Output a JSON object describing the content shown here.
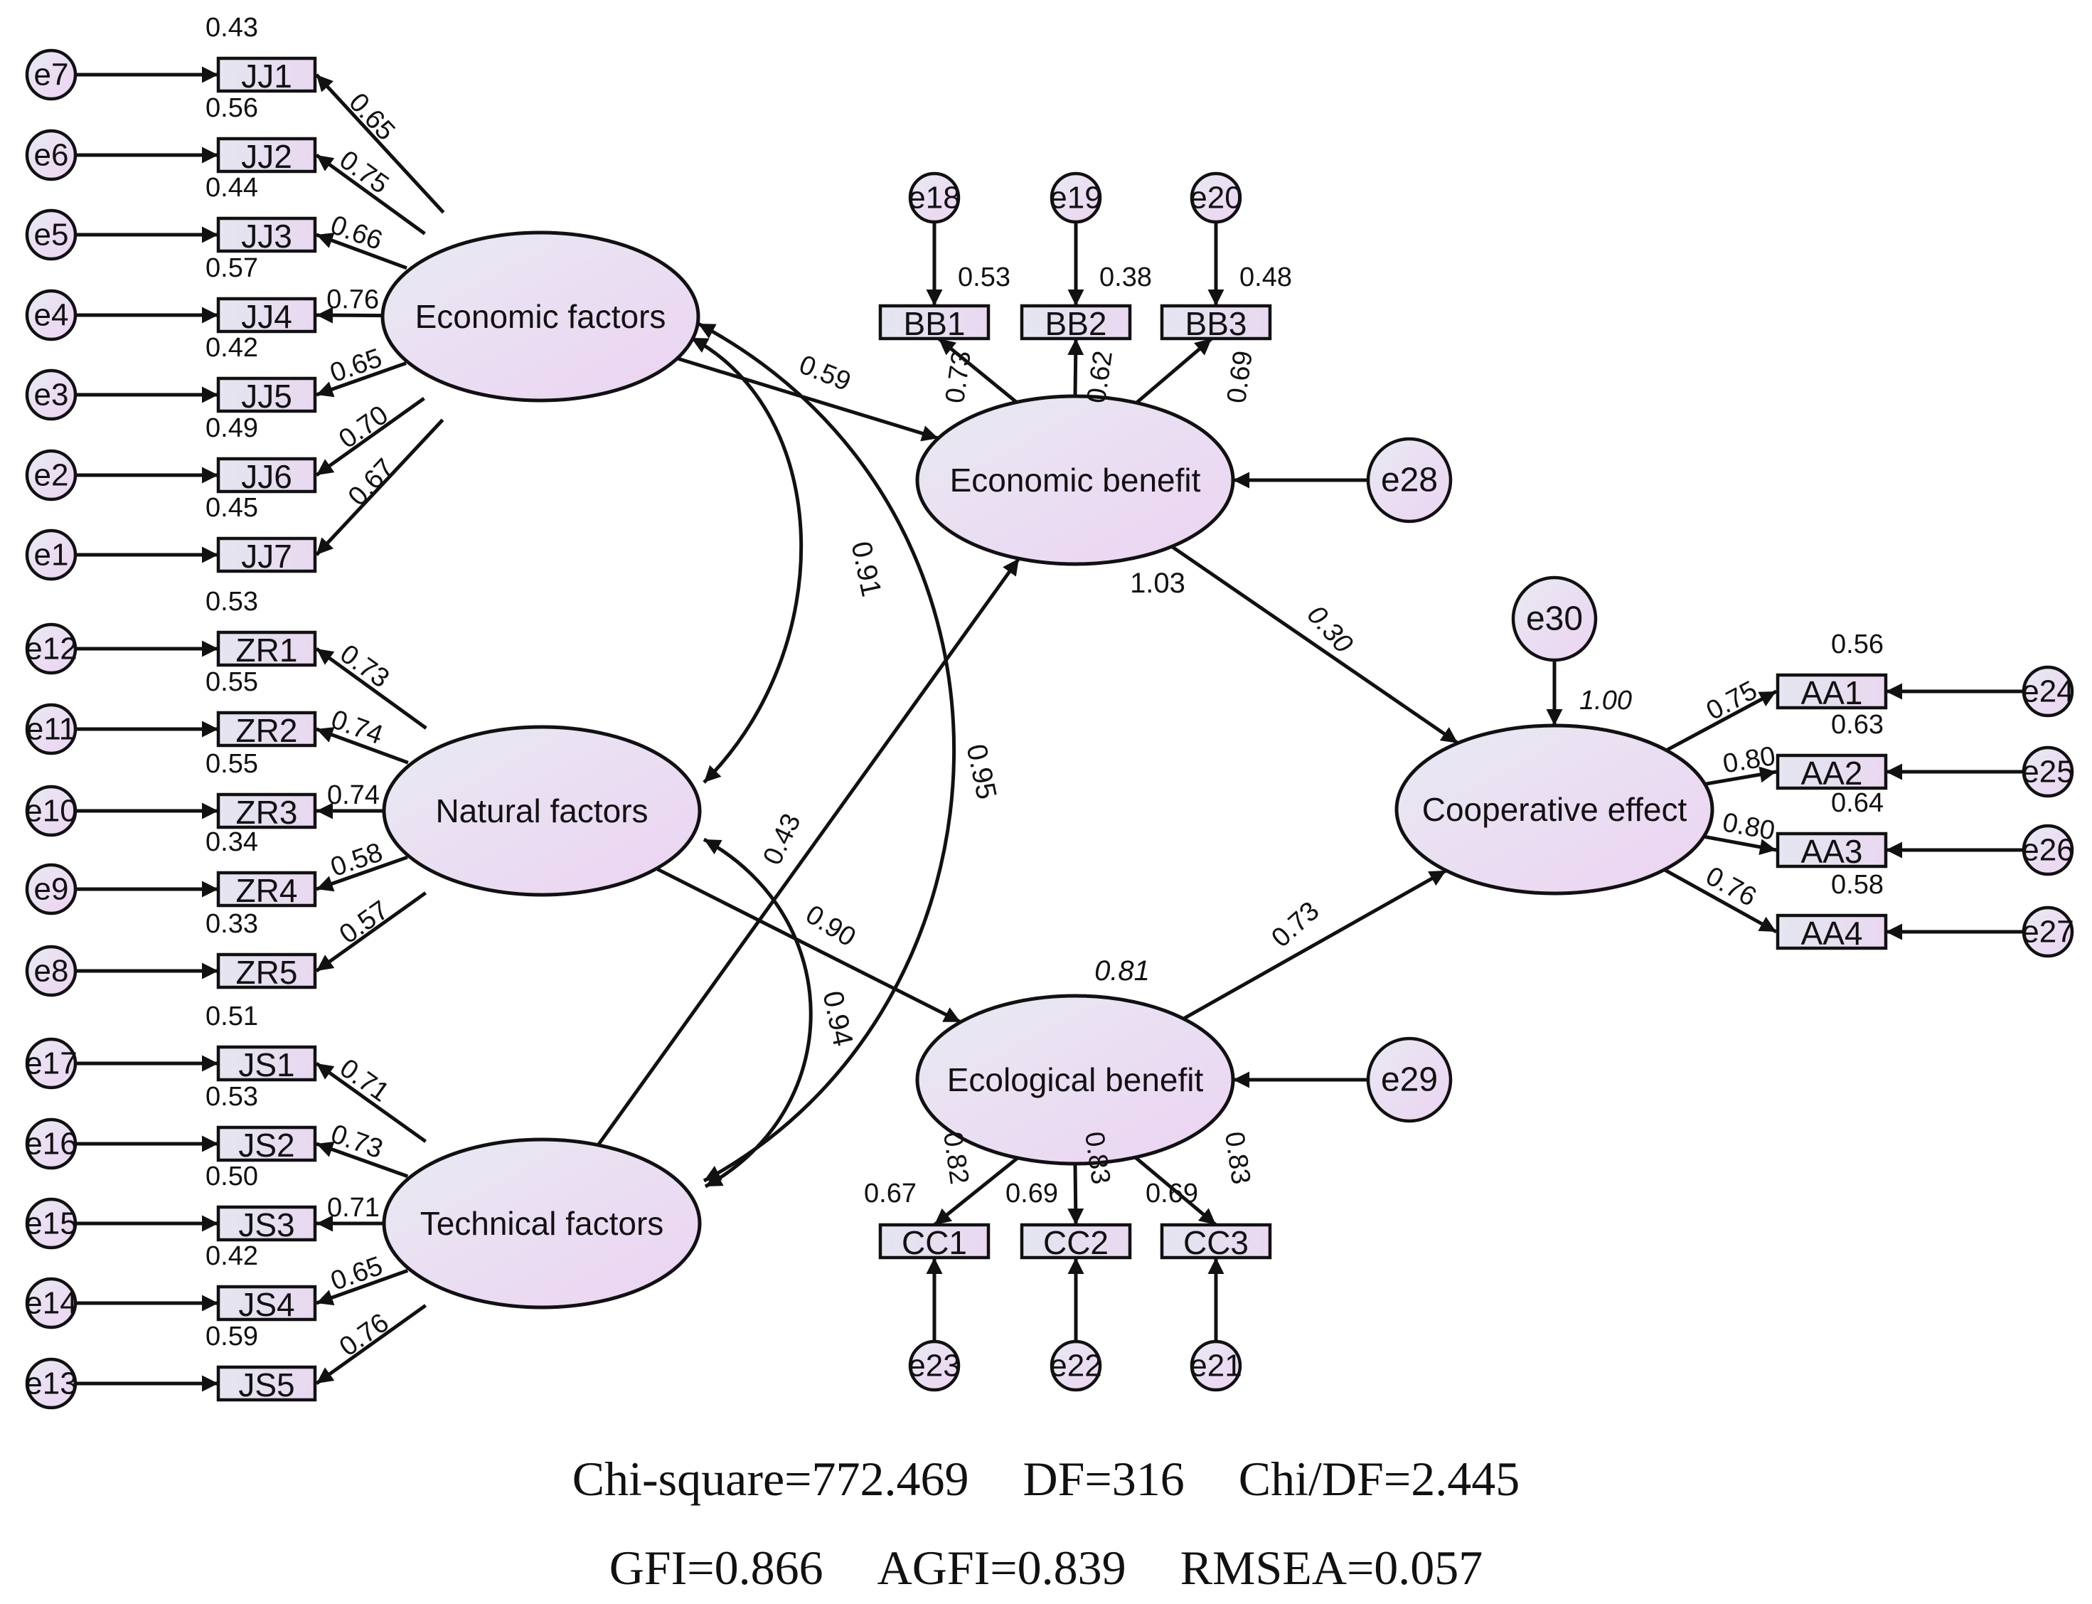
{
  "latents": [
    {
      "id": "EF",
      "label": "Economic factors"
    },
    {
      "id": "NF",
      "label": "Natural factors"
    },
    {
      "id": "TF",
      "label": "Technical factors"
    },
    {
      "id": "EB",
      "label": "Economic benefit"
    },
    {
      "id": "GB",
      "label": "Ecological benefit"
    },
    {
      "id": "CE",
      "label": "Cooperative effect"
    }
  ],
  "left_indicators": [
    {
      "label": "JJ1",
      "error": "e7",
      "r2": "0.43",
      "loading": "0.65",
      "factor": "EF"
    },
    {
      "label": "JJ2",
      "error": "e6",
      "r2": "0.56",
      "loading": "0.75",
      "factor": "EF"
    },
    {
      "label": "JJ3",
      "error": "e5",
      "r2": "0.44",
      "loading": "0.66",
      "factor": "EF"
    },
    {
      "label": "JJ4",
      "error": "e4",
      "r2": "0.57",
      "loading": "0.76",
      "factor": "EF"
    },
    {
      "label": "JJ5",
      "error": "e3",
      "r2": "0.42",
      "loading": "0.65",
      "factor": "EF"
    },
    {
      "label": "JJ6",
      "error": "e2",
      "r2": "0.49",
      "loading": "0.70",
      "factor": "EF"
    },
    {
      "label": "JJ7",
      "error": "e1",
      "r2": "0.45",
      "loading": "0.67",
      "factor": "EF"
    },
    {
      "label": "ZR1",
      "error": "e12",
      "r2": "0.53",
      "loading": "0.73",
      "factor": "NF"
    },
    {
      "label": "ZR2",
      "error": "e11",
      "r2": "0.55",
      "loading": "0.74",
      "factor": "NF"
    },
    {
      "label": "ZR3",
      "error": "e10",
      "r2": "0.55",
      "loading": "0.74",
      "factor": "NF"
    },
    {
      "label": "ZR4",
      "error": "e9",
      "r2": "0.34",
      "loading": "0.58",
      "factor": "NF"
    },
    {
      "label": "ZR5",
      "error": "e8",
      "r2": "0.33",
      "loading": "0.57",
      "factor": "NF"
    },
    {
      "label": "JS1",
      "error": "e17",
      "r2": "0.51",
      "loading": "0.71",
      "factor": "TF"
    },
    {
      "label": "JS2",
      "error": "e16",
      "r2": "0.53",
      "loading": "0.73",
      "factor": "TF"
    },
    {
      "label": "JS3",
      "error": "e15",
      "r2": "0.50",
      "loading": "0.71",
      "factor": "TF"
    },
    {
      "label": "JS4",
      "error": "e14",
      "r2": "0.42",
      "loading": "0.65",
      "factor": "TF"
    },
    {
      "label": "JS5",
      "error": "e13",
      "r2": "0.59",
      "loading": "0.76",
      "factor": "TF"
    }
  ],
  "top_indicators": [
    {
      "label": "BB1",
      "error": "e18",
      "r2": "0.53",
      "loading": "0.73"
    },
    {
      "label": "BB2",
      "error": "e19",
      "r2": "0.38",
      "loading": "0.62"
    },
    {
      "label": "BB3",
      "error": "e20",
      "r2": "0.48",
      "loading": "0.69"
    }
  ],
  "bottom_indicators": [
    {
      "label": "CC1",
      "error": "e23",
      "r2": "0.67",
      "loading": "0.82"
    },
    {
      "label": "CC2",
      "error": "e22",
      "r2": "0.69",
      "loading": "0.83"
    },
    {
      "label": "CC3",
      "error": "e21",
      "r2": "0.69",
      "loading": "0.83"
    }
  ],
  "right_indicators": [
    {
      "label": "AA1",
      "error": "e24",
      "r2": "0.56",
      "loading": "0.75"
    },
    {
      "label": "AA2",
      "error": "e25",
      "r2": "0.63",
      "loading": "0.80"
    },
    {
      "label": "AA3",
      "error": "e26",
      "r2": "0.64",
      "loading": "0.80"
    },
    {
      "label": "AA4",
      "error": "e27",
      "r2": "0.58",
      "loading": "0.76"
    }
  ],
  "disturbances": [
    {
      "label": "e28",
      "target": "EB"
    },
    {
      "label": "e29",
      "target": "GB"
    },
    {
      "label": "e30",
      "target": "CE",
      "value": "1.00"
    }
  ],
  "paths": {
    "ef_eb": "0.59",
    "tf_eb": "0.43",
    "nf_gb": "0.90",
    "eb_ce": "0.30",
    "gb_ce": "0.73",
    "eb_r2": "1.03",
    "gb_r2": "0.81"
  },
  "covariances": {
    "ef_nf": "0.91",
    "ef_tf": "0.95",
    "nf_tf": "0.94"
  },
  "fit_indices": {
    "line1": [
      "Chi-square=772.469",
      "DF=316",
      "Chi/DF=2.445"
    ],
    "line2": [
      "GFI=0.866",
      "AGFI=0.839",
      "RMSEA=0.057"
    ]
  },
  "colors": {
    "fill_light": "#e6e8f2",
    "fill_violet": "#ecd6f2",
    "stroke": "#111111"
  }
}
